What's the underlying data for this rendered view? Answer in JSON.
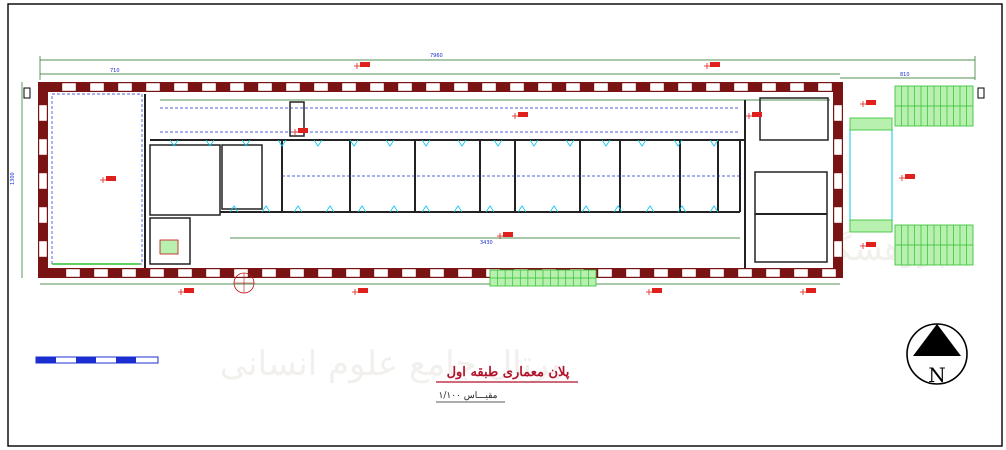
{
  "drawing": {
    "title": "پلان معماری طبقه اول",
    "scale_label": "مقیـــاس ۱/۱۰۰",
    "north_label": "N"
  },
  "colors": {
    "wall": "#7a1414",
    "dimension": "#1b2fd0",
    "stair": "#2fbf2f",
    "door": "#00c8e6",
    "title": "#b0122a"
  },
  "watermark": {
    "line1": "پژوهشگاه علوم انسانی و مطالعات فرهنگی",
    "line2": "پرتال جامع علوم انسانی"
  },
  "dimensions": {
    "overall_top": "7960",
    "left_room_width": "710",
    "corridor_length": "3430",
    "right_block": "810",
    "left_height": "1300"
  }
}
